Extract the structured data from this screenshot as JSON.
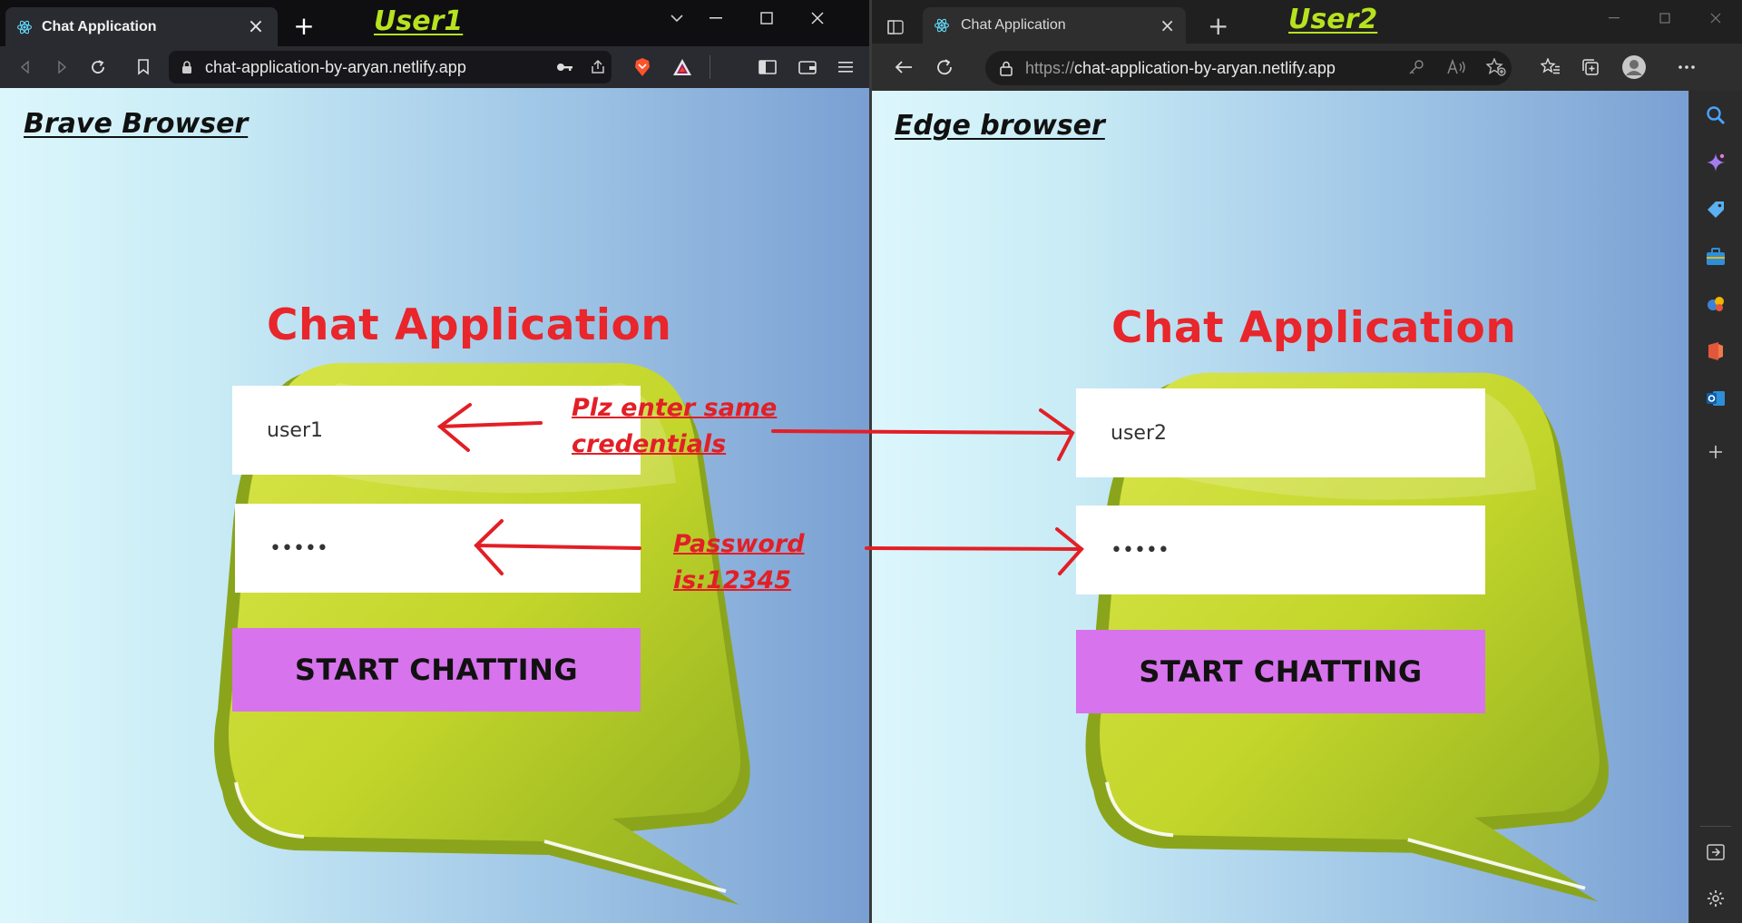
{
  "annotations": {
    "user1_label": "User1",
    "user2_label": "User2",
    "note_credentials": [
      "Plz enter same",
      "credentials"
    ],
    "note_password": [
      "Password",
      "is:12345"
    ],
    "arrow_color": "#e21f26",
    "label_color": "#b7e21f"
  },
  "brave": {
    "tab_title": "Chat Application",
    "url": "chat-application-by-aryan.netlify.app",
    "page_label": "Brave Browser",
    "app_title": "Chat Application",
    "username_value": "user1",
    "password_value": "•••••",
    "start_button": "START CHATTING"
  },
  "edge": {
    "tab_title": "Chat Application",
    "url_scheme": "https://",
    "url_host": "chat-application-by-aryan.netlify.app",
    "page_label": "Edge browser",
    "app_title": "Chat Application",
    "username_value": "user2",
    "password_value": "•••••",
    "start_button": "START CHATTING"
  },
  "colors": {
    "title_red": "#e8262b",
    "button_purple": "#d773ec",
    "bubble_green": "#c5d82c"
  },
  "icons": {
    "brave_tab": "react-favicon-icon",
    "edge_tab": "react-favicon-icon",
    "edge_sidebar": [
      "search-icon",
      "copilot-icon",
      "shopping-tag-icon",
      "tools-icon",
      "games-icon",
      "office-icon",
      "outlook-icon",
      "add-icon",
      "sidebar-collapse-icon",
      "settings-icon"
    ]
  }
}
